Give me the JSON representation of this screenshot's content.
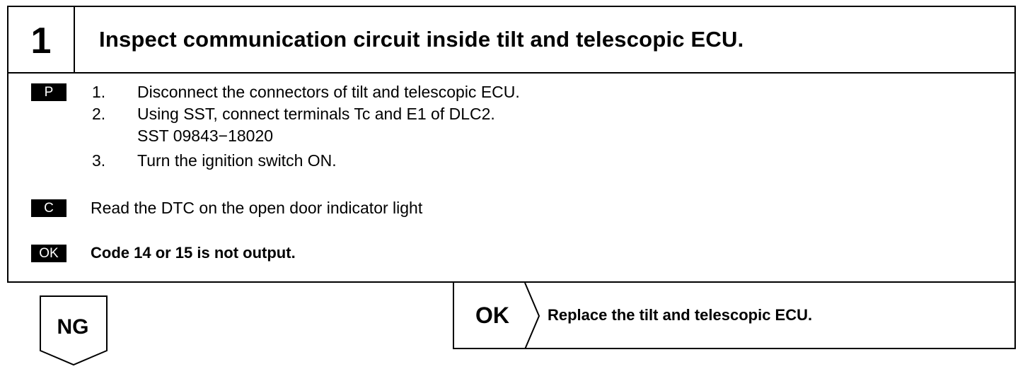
{
  "step": {
    "number": "1",
    "title": "Inspect communication circuit inside tilt and telescopic ECU."
  },
  "procedure": {
    "badge": "P",
    "items": [
      {
        "num": "1.",
        "text": "Disconnect the connectors of tilt and telescopic ECU."
      },
      {
        "num": "2.",
        "text": "Using SST, connect terminals Tc and E1 of DLC2."
      },
      {
        "num": "",
        "text": "SST 09843−18020"
      },
      {
        "num": "3.",
        "text": "Turn the ignition switch ON."
      }
    ]
  },
  "check": {
    "badge": "C",
    "text": "Read the DTC on the open door indicator light"
  },
  "ok_condition": {
    "badge": "OK",
    "text": "Code 14 or 15 is not output."
  },
  "ok_result": {
    "label": "OK",
    "text": "Replace the tilt and telescopic ECU."
  },
  "ng_result": {
    "label": "NG"
  }
}
